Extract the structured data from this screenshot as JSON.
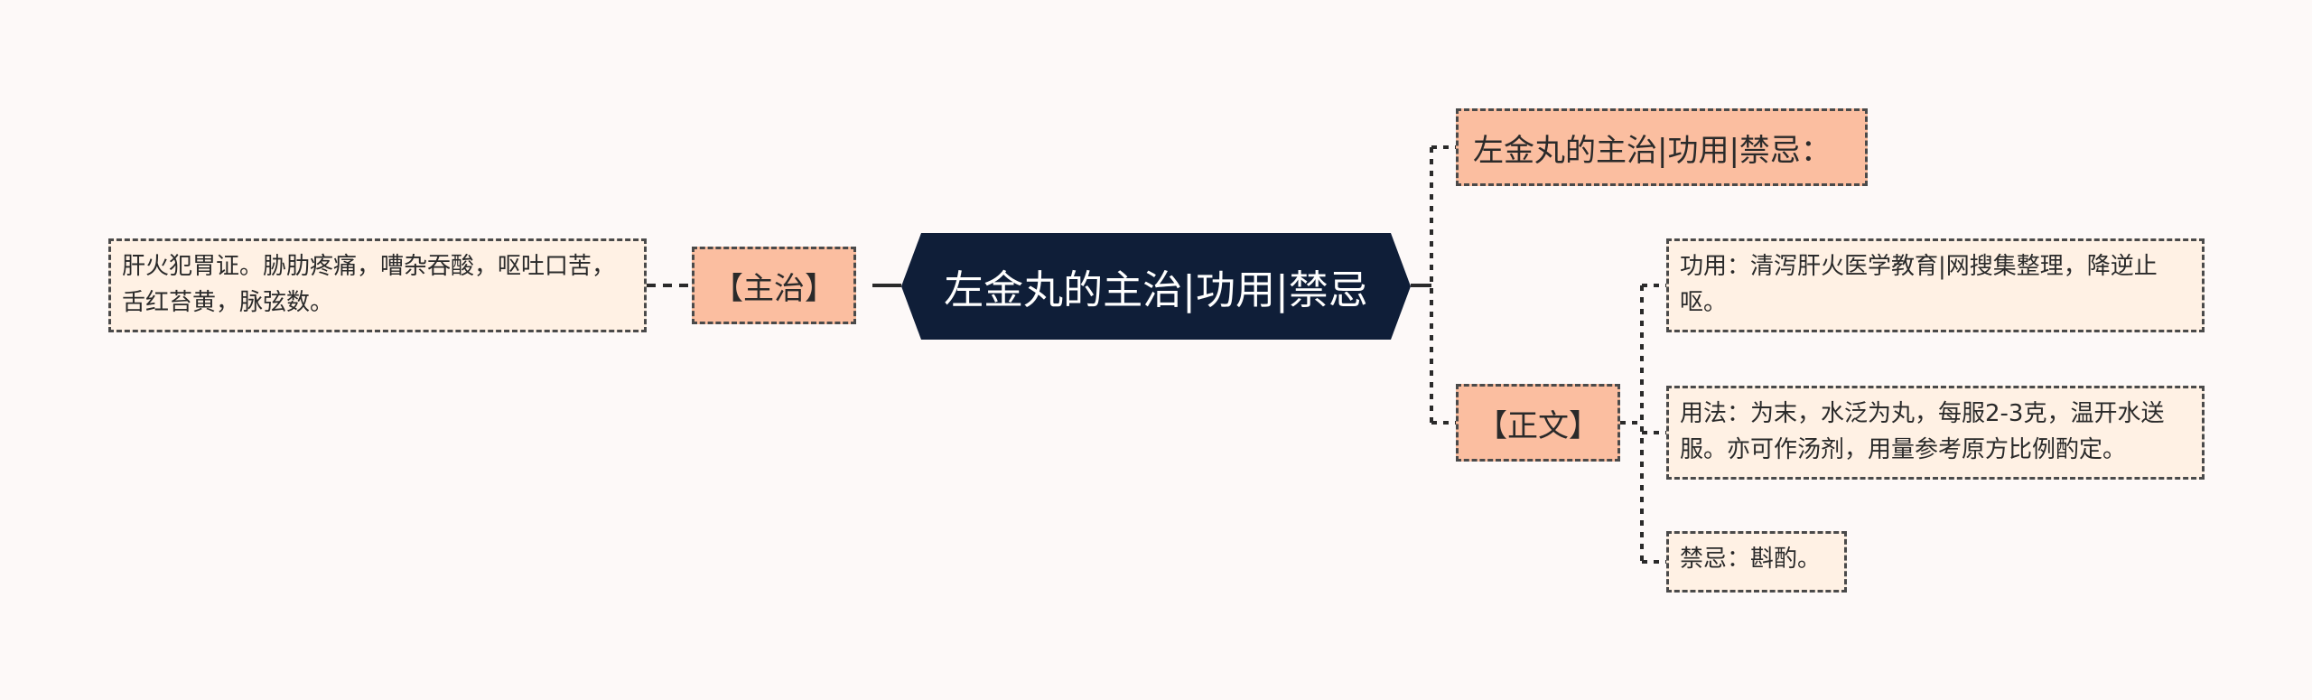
{
  "root": {
    "label": "左金丸的主治|功用|禁忌"
  },
  "left_branch": {
    "label": "【主治】",
    "leaf": "肝火犯胃证。胁肋疼痛，嘈杂吞酸，呕吐口苦，舌红苔黄，脉弦数。"
  },
  "right_branches": {
    "title_node": {
      "label": "左金丸的主治|功用|禁忌："
    },
    "body_node": {
      "label": "【正文】",
      "leaves": [
        "功用：清泻肝火医学教育|网搜集整理，降逆止呕。",
        "用法：为末，水泛为丸，每服2-3克，温开水送服。亦可作汤剂，用量参考原方比例酌定。",
        "禁忌：斟酌。"
      ]
    }
  },
  "colors": {
    "background": "#fdf9f8",
    "root_fill": "#0f1e38",
    "branch_fill": "#fbbea0",
    "leaf_fill": "#fff1e4",
    "line": "#2a2a2a"
  }
}
